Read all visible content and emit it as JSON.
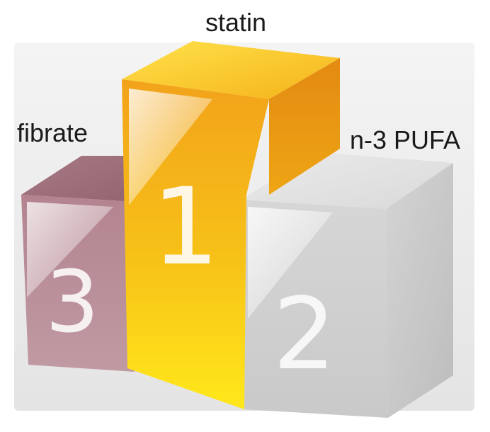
{
  "podium": {
    "first": {
      "label": "statin",
      "number": "1",
      "color": "#f5b800"
    },
    "second": {
      "label": "n-3 PUFA",
      "number": "2",
      "color": "#cfcfcf"
    },
    "third": {
      "label": "fibrate",
      "number": "3",
      "color": "#b88a96"
    }
  },
  "background_color": "#ececec"
}
